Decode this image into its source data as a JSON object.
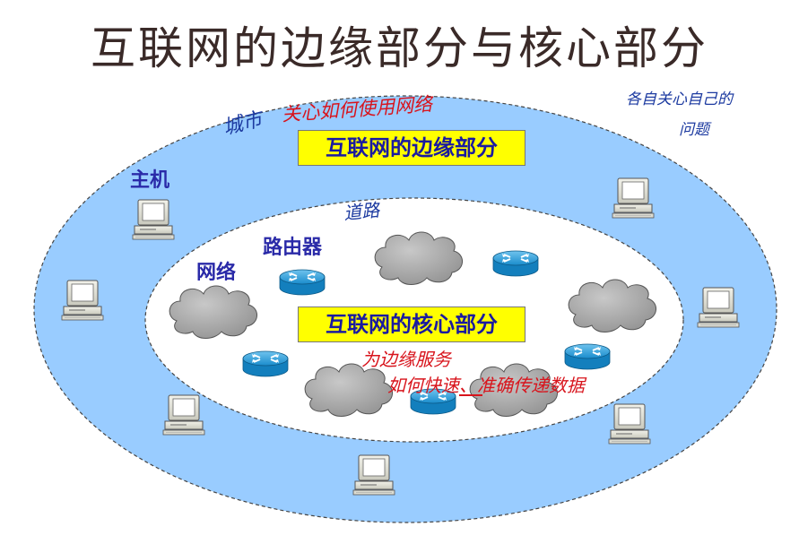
{
  "slide": {
    "title": "互联网的边缘部分与核心部分",
    "edge_box": "互联网的边缘部分",
    "core_box": "互联网的核心部分",
    "labels": {
      "host": "主机",
      "router": "路由器",
      "network": "网络"
    }
  },
  "handwriting": {
    "city": "城市",
    "edge_note": "关心如何使用网络",
    "top_right_1": "各自关心自己的",
    "top_right_2": "问题",
    "road": "道路",
    "core_note_1": "为边缘服务",
    "core_note_2": "如何快速、准确传递数据"
  },
  "colors": {
    "outer_ring": "#99ccff",
    "label_box": "#ffff00",
    "label_text": "#1a1aa0",
    "handwriting_red": "#d8141c",
    "handwriting_blue": "#1c3aa0"
  }
}
